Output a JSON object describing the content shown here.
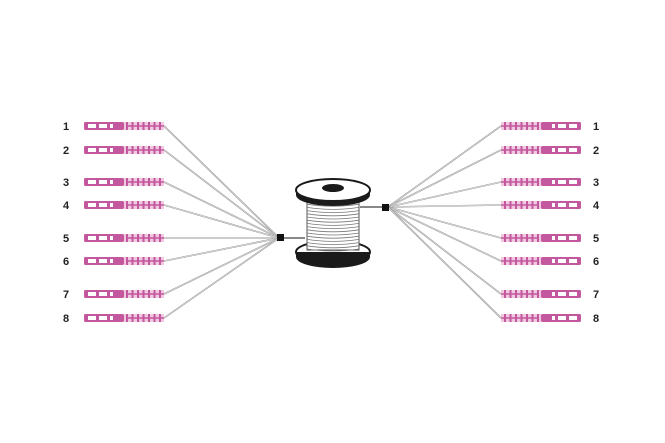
{
  "left_labels": [
    "1",
    "2",
    "3",
    "4",
    "5",
    "6",
    "7",
    "8"
  ],
  "right_labels": [
    "1",
    "2",
    "3",
    "4",
    "5",
    "6",
    "7",
    "8"
  ],
  "colors": {
    "connector": "#c4589e",
    "connector_light": "#f0c8e0",
    "cable": "#999999",
    "spool": "#1a1a1a"
  }
}
